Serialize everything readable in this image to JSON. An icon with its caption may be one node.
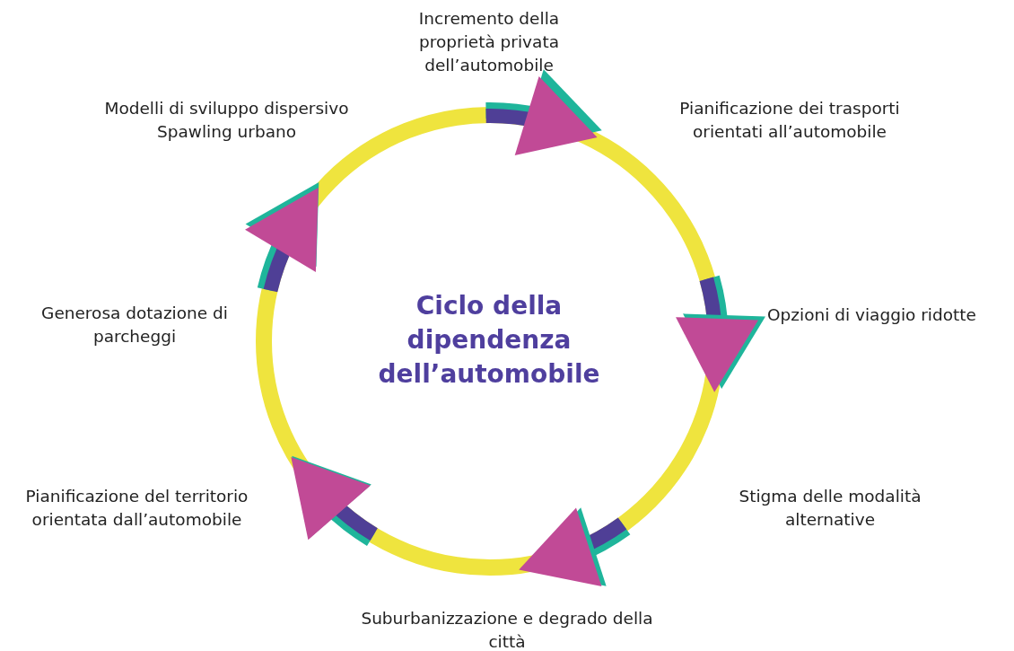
{
  "diagram": {
    "title": "Ciclo della dipendenza dell’automobile",
    "labels": [
      "Incremento della proprietà privata dell’automobile",
      "Modelli di sviluppo dispersivo Spawling urbano",
      "Pianificazione dei trasporti orientati all’automobile",
      "Generosa dotazione di parcheggi",
      "Opzioni di viaggio ridotte",
      "Pianificazione del territorio orientata dall’automobile",
      "Stigma delle modalità alternative",
      "Suburbanizzazione e degrado della città"
    ]
  }
}
